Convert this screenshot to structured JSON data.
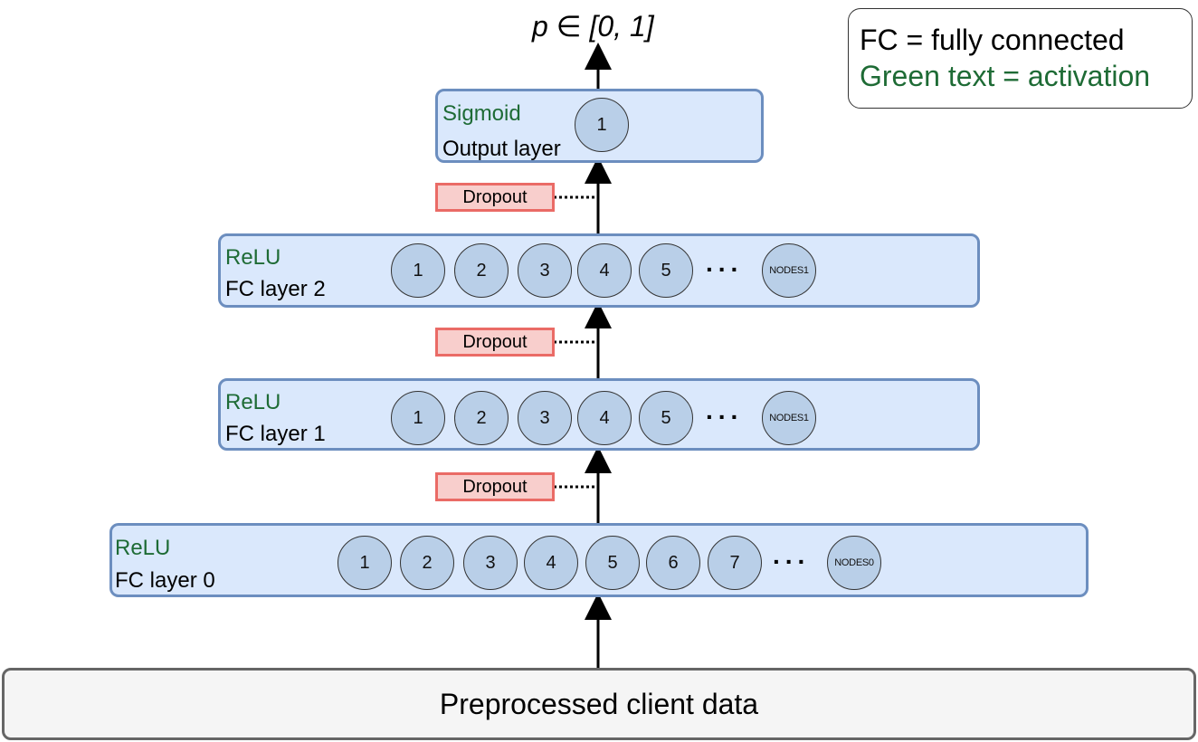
{
  "output_label": "p ∈ [0, 1]",
  "legend": {
    "line1": "FC = fully connected",
    "line2": "Green text = activation",
    "line2_color": "#1e6b35"
  },
  "output_layer": {
    "activation": "Sigmoid",
    "name": "Output layer",
    "nodes": [
      "1"
    ]
  },
  "fc2": {
    "activation": "ReLU",
    "name": "FC layer 2",
    "nodes": [
      "1",
      "2",
      "3",
      "4",
      "5"
    ],
    "ellipsis": "...",
    "last_node": "NODES1"
  },
  "fc1": {
    "activation": "ReLU",
    "name": "FC layer 1",
    "nodes": [
      "1",
      "2",
      "3",
      "4",
      "5"
    ],
    "ellipsis": "...",
    "last_node": "NODES1"
  },
  "fc0": {
    "activation": "ReLU",
    "name": "FC layer 0",
    "nodes": [
      "1",
      "2",
      "3",
      "4",
      "5",
      "6",
      "7"
    ],
    "ellipsis": "...",
    "last_node": "NODES0"
  },
  "dropout_label": "Dropout",
  "input_box": "Preprocessed client data",
  "colors": {
    "layer_fill": "#dae8fc",
    "layer_border": "#6c8ebf",
    "node_fill": "#b9cfe8",
    "dropout_fill": "#f8cecc",
    "dropout_border": "#ea6b66",
    "activation_text": "#1e6b35"
  }
}
